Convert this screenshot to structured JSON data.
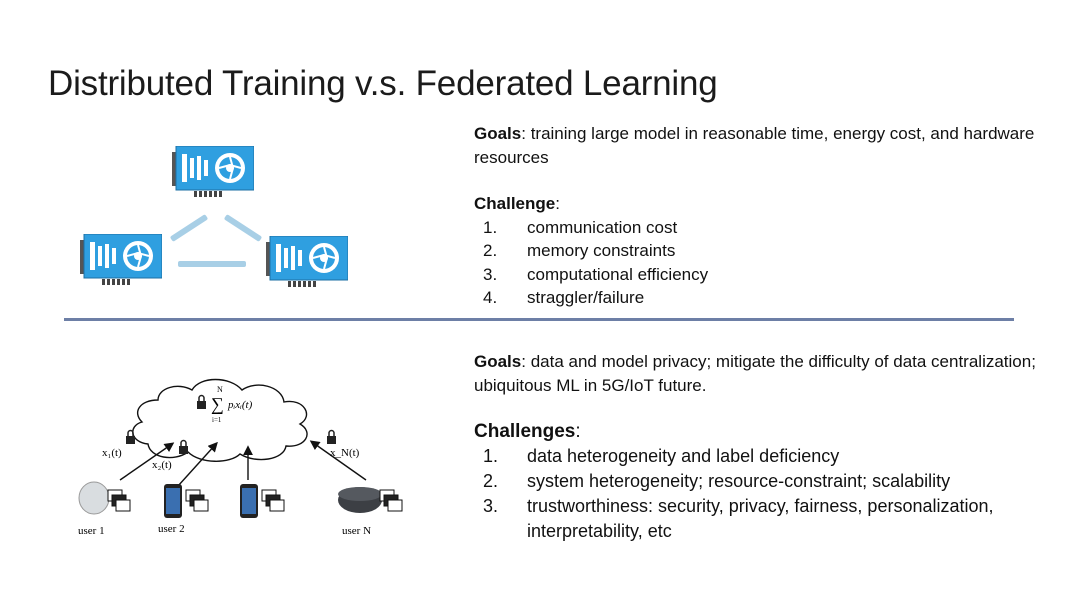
{
  "slide": {
    "title": "Distributed Training v.s. Federated Learning"
  },
  "top": {
    "goals_label": "Goals",
    "goals_text": ": training large model in reasonable time, energy cost, and hardware resources",
    "challenge_label": "Challenge",
    "challenge_colon": ":",
    "items": [
      {
        "num": "1.",
        "text": "communication cost"
      },
      {
        "num": "2.",
        "text": "memory constraints"
      },
      {
        "num": "3.",
        "text": "computational efficiency"
      },
      {
        "num": "4.",
        "text": "straggler/failure"
      }
    ]
  },
  "bottom": {
    "goals_label": "Goals",
    "goals_text": ": data and model privacy; mitigate the difficulty of data centralization; ubiquitous ML in 5G/IoT future.",
    "challenge_label": "Challenges",
    "challenge_colon": ":",
    "items": [
      {
        "num": "1.",
        "text": "data heterogeneity and label deficiency"
      },
      {
        "num": "2.",
        "text": "system heterogeneity; resource-constraint; scalability"
      },
      {
        "num": "3.",
        "text": "trustworthiness: security, privacy, fairness, personalization, interpretability, etc"
      }
    ]
  },
  "diagram": {
    "formula_sum_top": "N",
    "formula_sum_bottom": "i=1",
    "formula_term": "pᵢxᵢ(t)",
    "x1_label": "x₁(t)",
    "x2_label": "x₂(t)",
    "xN_label": "x_N(t)",
    "user1_label": "user 1",
    "user2_label": "user 2",
    "userN_label": "user N"
  },
  "colors": {
    "gpu_blue": "#2f9fe0",
    "link_blue": "#a8cfe6",
    "divider": "#6d7fa6"
  }
}
